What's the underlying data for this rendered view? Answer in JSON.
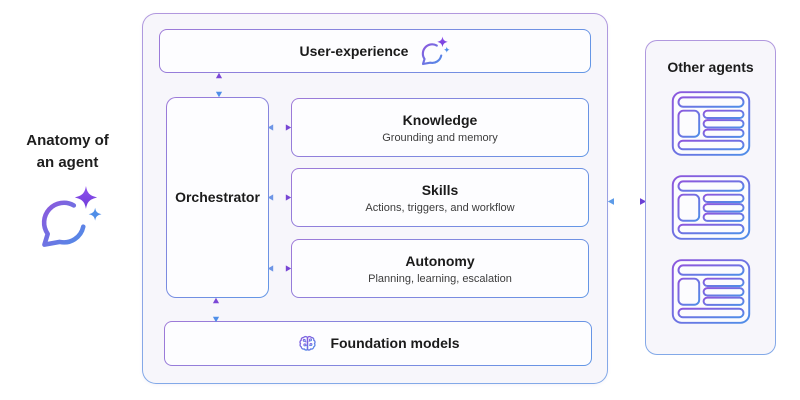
{
  "left_label": {
    "line1": "Anatomy of",
    "line2": "an agent"
  },
  "main": {
    "user_experience": {
      "title": "User-experience"
    },
    "orchestrator": {
      "title": "Orchestrator"
    },
    "components": [
      {
        "title": "Knowledge",
        "subtitle": "Grounding and memory"
      },
      {
        "title": "Skills",
        "subtitle": "Actions, triggers, and workflow"
      },
      {
        "title": "Autonomy",
        "subtitle": "Planning, learning, escalation"
      }
    ],
    "foundation": {
      "title": "Foundation models"
    }
  },
  "right_panel": {
    "title": "Other agents",
    "agent_cards": 3
  },
  "icons": {
    "left": "copilot-agent-icon",
    "user_experience": "copilot-chat-icon",
    "foundation": "brain-circuit-icon",
    "other_agents": "agent-card-icon"
  },
  "colors": {
    "accent_purple": "#7b47d6",
    "accent_blue": "#4f8ee8",
    "container_bg": "#f7f6fb",
    "box_bg": "#fdfdff",
    "text_primary": "#1b1b1b",
    "text_secondary": "#3c3c3c"
  }
}
